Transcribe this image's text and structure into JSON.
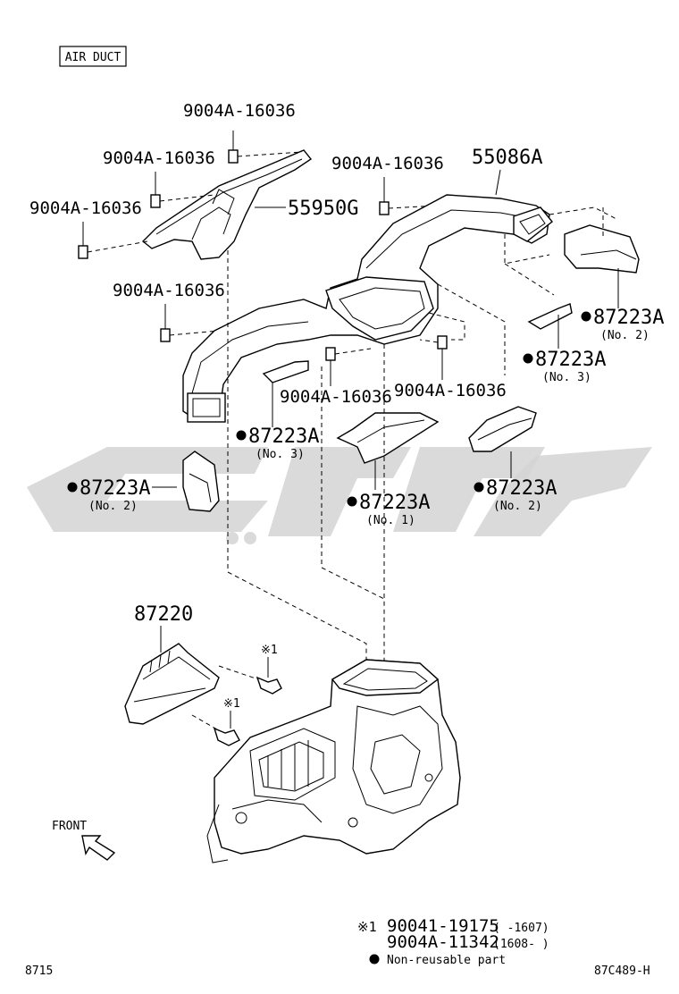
{
  "header": {
    "section_label": "AIR DUCT"
  },
  "part_labels": {
    "screw_top": "9004A-16036",
    "screw_upper_left": "9004A-16036",
    "screw_left": "9004A-16036",
    "screw_right": "9004A-16036",
    "screw_mid_left": "9004A-16036",
    "screw_center_a": "9004A-16036",
    "screw_center_b": "9004A-16036",
    "duct_upper": "55950G",
    "duct_main": "55086A",
    "seal_right_no2": "87223A",
    "seal_right_no3": "87223A",
    "seal_center_no3": "87223A",
    "seal_left_no2": "87223A",
    "seal_center_no1": "87223A",
    "seal_center_no2": "87223A",
    "duct_lower": "87220",
    "bolt_mark_1": "※1",
    "bolt_mark_2": "※1"
  },
  "sub_labels": {
    "no2": "(No. 2)",
    "no3": "(No. 3)",
    "no1": "(No. 1)"
  },
  "direction": {
    "front": "FRONT"
  },
  "legend": {
    "mark": "※1",
    "line1_part": "90041-19175",
    "line1_range": "(      -1607)",
    "line2_part": "9004A-11342",
    "line2_range": "(1608-      )",
    "bullet_note": "Non-reusable part"
  },
  "footer": {
    "page_code": "8715",
    "diagram_code": "87C489-H"
  }
}
